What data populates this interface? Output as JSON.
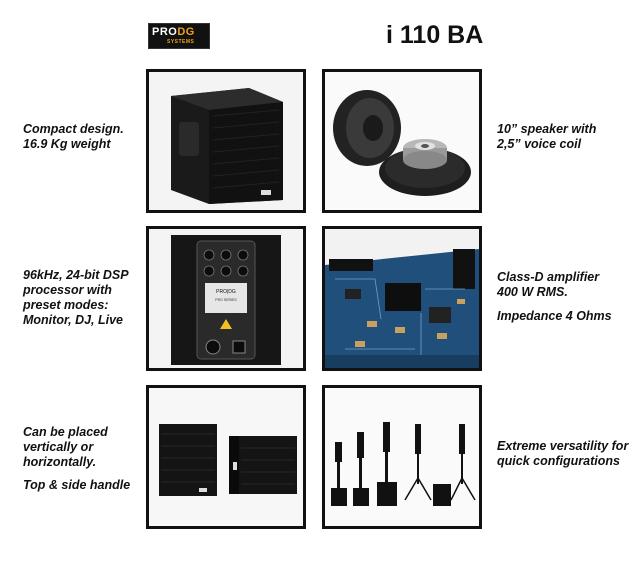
{
  "header": {
    "logo_text_a": "PRO",
    "logo_text_b": "DG",
    "logo_sub": "SYSTEMS",
    "model_title": "i 110 BA"
  },
  "features": [
    {
      "lines": [
        "Compact design.",
        "16.9 Kg weight"
      ],
      "image": "subwoofer-cabinet"
    },
    {
      "lines": [
        "10” speaker with",
        "2,5” voice coil"
      ],
      "image": "speaker-drivers"
    },
    {
      "lines": [
        "96kHz, 24-bit DSP",
        "processor  with",
        "preset  modes:",
        "Monitor, DJ, Live"
      ],
      "image": "dsp-rear-panel"
    },
    {
      "lines": [
        "Class-D amplifier",
        "400 W RMS."
      ],
      "extra": "Impedance 4 Ohms",
      "image": "amplifier-board"
    },
    {
      "lines": [
        "Can be placed",
        "vertically or",
        "horizontally."
      ],
      "extra": "Top & side handle",
      "image": "placement-orientations"
    },
    {
      "lines": [
        "Extreme versatility for",
        "quick configurations"
      ],
      "image": "configurations-lineup"
    }
  ],
  "panel_labels": {
    "rear_panel_brand": "PRO|DG",
    "rear_panel_series": "PRO SERIES"
  },
  "colors": {
    "frame": "#111111",
    "accent": "#f0a020",
    "pcb": "#1f4f7a"
  }
}
